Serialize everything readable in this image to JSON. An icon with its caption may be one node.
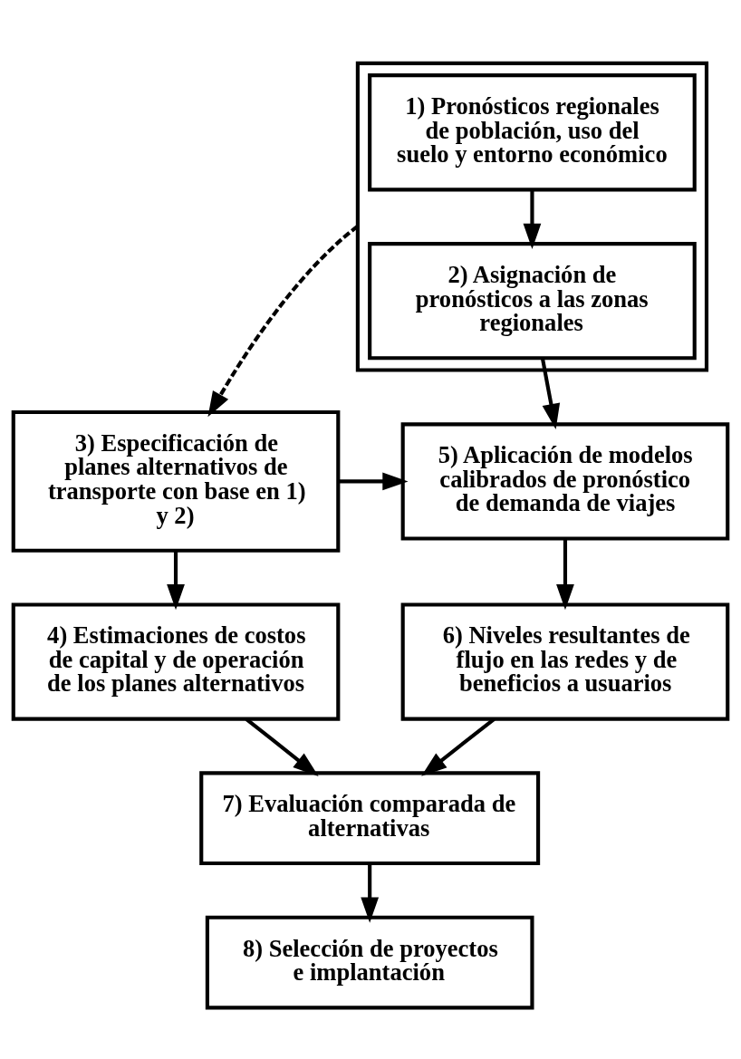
{
  "diagram": {
    "nodes": [
      {
        "text": [],
        "shape": "box"
      },
      {
        "text": [
          "1) Pronósticos regionales de población, uso del suelo y entorno económico"
        ],
        "in": 0
      },
      {
        "text": [
          "2) Asignación de pronósticos a las zonas regionales"
        ],
        "in": 0
      },
      {
        "text": [
          "3) Especificación de planes alternativos de transporte con base en 1) y 2)"
        ]
      },
      {
        "text": [
          "5) Aplicación de modelos calibrados de pronóstico de demanda de viajes"
        ]
      },
      {
        "text": [
          "4) Estimaciones de costos de capital y de operación de los planes alternativos"
        ]
      },
      {
        "text": [
          "6) Niveles resultantes de flujo en las redes y de beneficios a usuarios"
        ]
      },
      {
        "text": [
          "7) Evaluación comparada de alternativas"
        ]
      },
      {
        "text": [
          "8) Selección de proyectos e implantación"
        ]
      }
    ],
    "edges": [
      {
        "from": 1,
        "to": 2,
        "arrow": "to"
      },
      {
        "from": 0,
        "to": 3,
        "arrow": "to",
        "style": "dashed"
      },
      {
        "from": 2,
        "to": 4,
        "arrow": "to"
      },
      {
        "from": 3,
        "to": 4,
        "arrow": "to"
      },
      {
        "from": 3,
        "to": 5,
        "arrow": "to"
      },
      {
        "from": 4,
        "to": 6,
        "arrow": "to"
      },
      {
        "from": 5,
        "to": 7,
        "arrow": "to"
      },
      {
        "from": 6,
        "to": 7,
        "arrow": "to"
      },
      {
        "from": 7,
        "to": 8,
        "arrow": "to"
      }
    ]
  }
}
